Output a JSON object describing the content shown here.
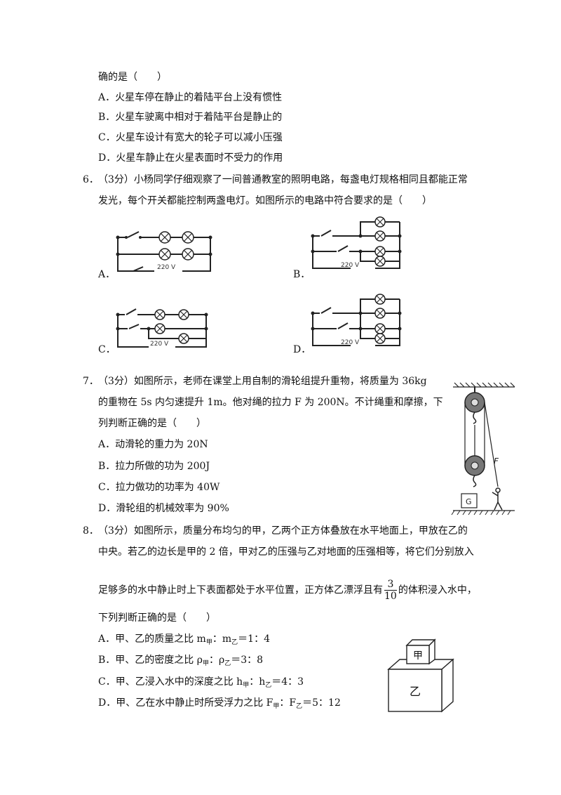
{
  "q5": {
    "stem_tail": "确的是（　　）",
    "options": [
      "A．火星车停在静止的着陆平台上没有惯性",
      "B．火星车驶离中相对于着陆平台是静止的",
      "C．火星车设计有宽大的轮子可以减小压强",
      "D．火星车静止在火星表面时不受力的作用"
    ]
  },
  "q6": {
    "number": "6．",
    "line1": "（3分）小杨同学仔细观察了一间普通教室的照明电路，每盏电灯规格相同且都能正常",
    "line2": "发光，每个开关都能控制两盏电灯。如图所示的电路中符合要求的是（　　）",
    "labels": [
      "A．",
      "B．",
      "C．",
      "D．"
    ],
    "voltage": "220 V"
  },
  "q7": {
    "number": "7．",
    "line1": "（3分）如图所示，老师在课堂上用自制的滑轮组提升重物，将质量为 36kg",
    "line2": "的重物在 5s 内匀速提升 1m。他对绳的拉力 F 为 200N。不计绳重和摩擦，下",
    "line3": "列判断正确的是（　　）",
    "options": [
      "A．动滑轮的重力为 20N",
      "B．拉力所做的功为 200J",
      "C．拉力做功的功率为 40W",
      "D．滑轮组的机械效率为 90%"
    ],
    "force_label": "F",
    "weight_label": "G"
  },
  "q8": {
    "number": "8．",
    "line1": "（3分）如图所示，质量分布均匀的甲，乙两个正方体叠放在水平地面上，甲放在乙的",
    "line2": "中央。若乙的边长是甲的 2 倍，甲对乙的压强与乙对地面的压强相等，将它们分别放入",
    "line3_pre": "足够多的水中静止时上下表面都处于水平位置，正方体乙漂浮且有",
    "frac_num": "3",
    "frac_den": "10",
    "line3_post": "的体积浸入水中，",
    "line4": "下列判断正确的是（　　）",
    "optA": {
      "text": "A．甲、乙的质量之比 m",
      "s1": "甲",
      "mid": "：m",
      "s2": "乙",
      "end": "＝1：4"
    },
    "optB": {
      "text": "B．甲、乙的密度之比 ρ",
      "s1": "甲",
      "mid": "：ρ",
      "s2": "乙",
      "end": "＝3：8"
    },
    "optC": {
      "text": "C．甲、乙浸入水中的深度之比 h",
      "s1": "甲",
      "mid": "：h",
      "s2": "乙",
      "end": "＝4：3"
    },
    "optD": {
      "text": "D．甲、乙在水中静止时所受浮力之比 F",
      "s1": "甲",
      "mid": "：F",
      "s2": "乙",
      "end": "＝5：12"
    },
    "cube_small": "甲",
    "cube_large": "乙"
  }
}
